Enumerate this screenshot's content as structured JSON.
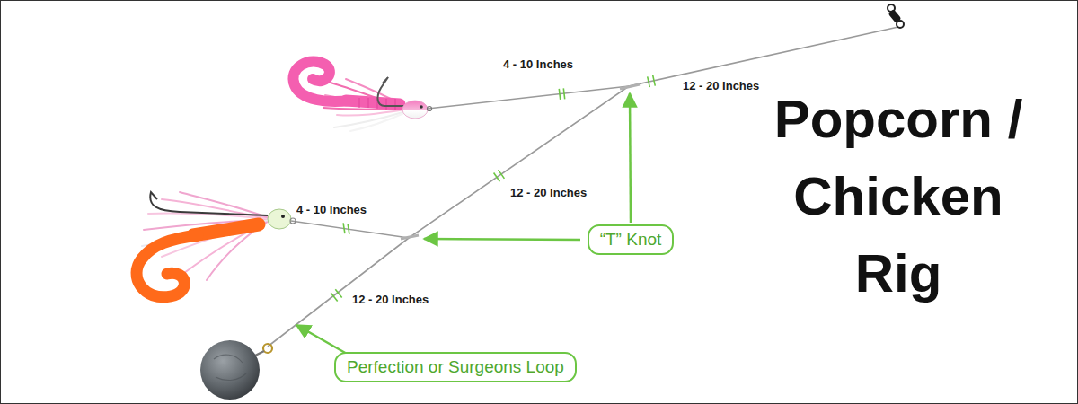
{
  "diagram": {
    "title": "Popcorn / Chicken Rig",
    "nodes": [
      {
        "text": [
          "“T” Knot"
        ]
      },
      {
        "text": [
          "Perfection or Surgeons Loop"
        ]
      }
    ],
    "labels": [
      "4 - 10 Inches",
      "12 - 20 Inches",
      "12 - 20 Inches",
      "4 - 10 Inches",
      "12 - 20 Inches"
    ]
  }
}
